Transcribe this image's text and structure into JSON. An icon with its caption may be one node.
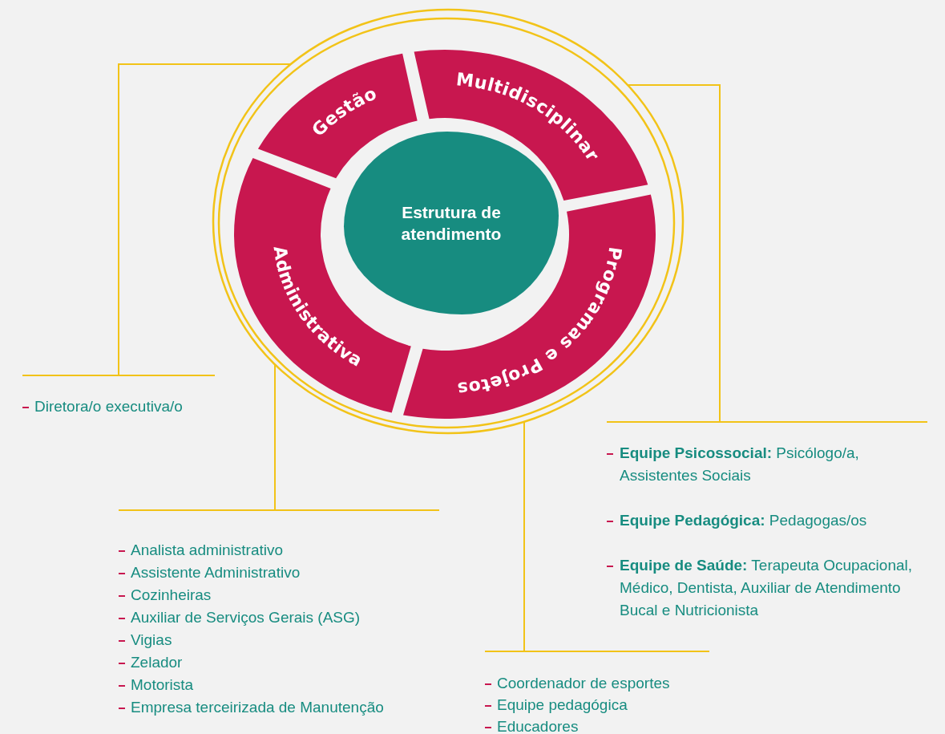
{
  "diagram": {
    "nodes": [
      {
        "text": [
          "Estrutura de atendimento"
        ]
      },
      {
        "text": [
          "Gestão"
        ]
      },
      {
        "text": [
          "Multidisciplinar"
        ]
      },
      {
        "text": [
          "Programas e Projetos"
        ]
      },
      {
        "text": [
          "Administrativa"
        ]
      },
      {
        "text": [
          "Diretora/o executiva/o"
        ]
      },
      {
        "text": [
          "Analista administrativo",
          "Assistente Administrativo",
          "Cozinheiras",
          "Auxiliar de Serviços Gerais (ASG)",
          "Vigias",
          "Zelador",
          "Motorista",
          "Empresa terceirizada de Manutenção"
        ]
      },
      {
        "text": [
          "**Equipe Psicossocial:** Psicólogo/a, Assistentes Sociais",
          "**Equipe Pedagógica:** Pedagogas/os",
          "**Equipe de Saúde:** Terapeuta Ocupacional, Médico, Dentista, Auxiliar de Atendimento Bucal e Nutricionista"
        ]
      },
      {
        "text": [
          "Coordenador de esportes",
          "Equipe pedagógica",
          "Educadores"
        ]
      }
    ],
    "edges": [
      {
        "from": 1,
        "to": 5,
        "arrow": "none"
      },
      {
        "from": 4,
        "to": 6,
        "arrow": "none"
      },
      {
        "from": 2,
        "to": 7,
        "arrow": "none"
      },
      {
        "from": 3,
        "to": 8,
        "arrow": "none"
      }
    ]
  }
}
